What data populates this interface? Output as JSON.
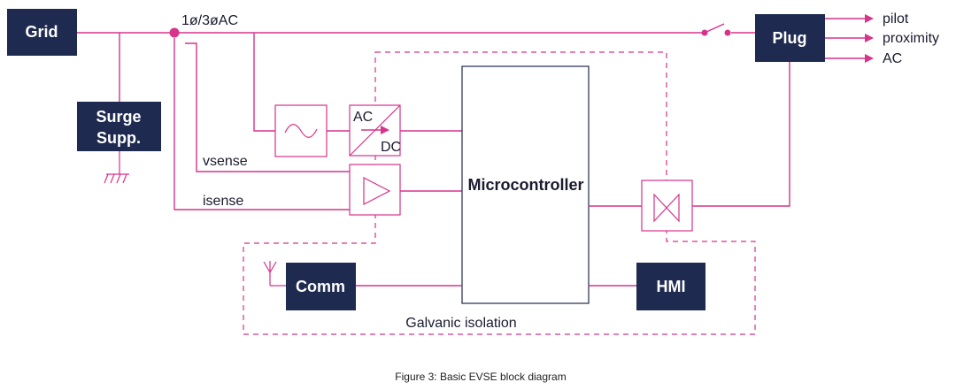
{
  "blocks": {
    "grid": "Grid",
    "surge_line1": "Surge",
    "surge_line2": "Supp.",
    "plug": "Plug",
    "microcontroller": "Microcontroller",
    "comm": "Comm",
    "hmi": "HMI"
  },
  "labels": {
    "supply": "1ø/3øAC",
    "ac_in": "AC",
    "dc_out": "DC",
    "vsense": "vsense",
    "isense": "isense",
    "isolation": "Galvanic isolation"
  },
  "outputs": [
    "pilot",
    "proximity",
    "AC"
  ],
  "caption": "Figure 3: Basic EVSE block diagram",
  "colors": {
    "wire": "#d6338a",
    "block": "#1e2a4f"
  }
}
